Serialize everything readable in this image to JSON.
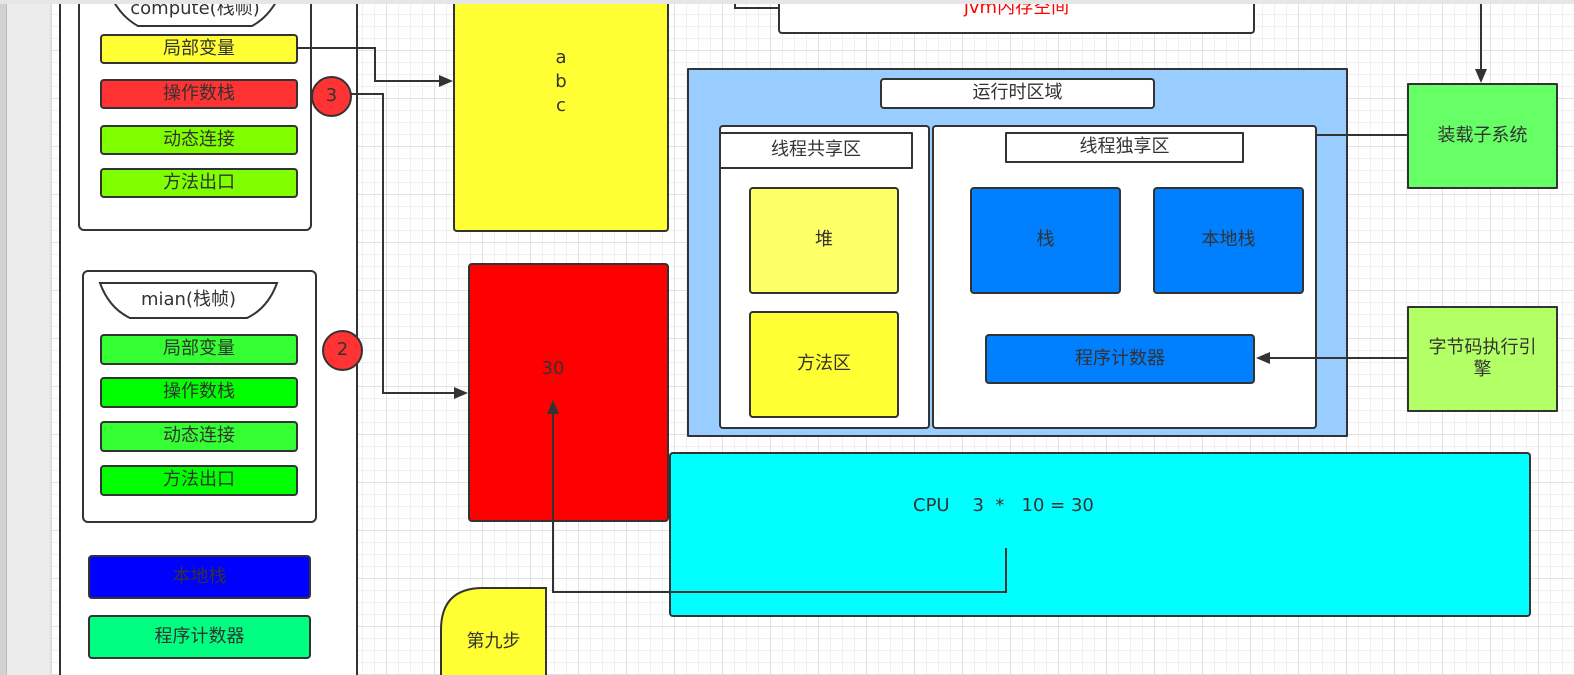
{
  "jvm_memory": {
    "label": "jvm内存空间",
    "text_color": "#ff0000"
  },
  "frames": {
    "compute": {
      "title": "compute(栈帧)",
      "items": [
        {
          "label": "局部变量",
          "color": "#ffff33"
        },
        {
          "label": "操作数栈",
          "color": "#ff3333"
        },
        {
          "label": "动态连接",
          "color": "#80ff00"
        },
        {
          "label": "方法出口",
          "color": "#80ff00"
        }
      ]
    },
    "main": {
      "title": "mian(栈帧)",
      "items": [
        {
          "label": "局部变量",
          "color": "#33ff33"
        },
        {
          "label": "操作数栈",
          "color": "#00ff00"
        },
        {
          "label": "动态连接",
          "color": "#33ff33"
        },
        {
          "label": "方法出口",
          "color": "#00ff00"
        }
      ]
    }
  },
  "thread_stack_extras": {
    "native_stack": {
      "label": "本地栈",
      "color": "#0000ff"
    },
    "program_counter": {
      "label": "程序计数器",
      "color": "#00ff80"
    }
  },
  "step_badges": [
    {
      "label": "3",
      "color": "#ff3333"
    },
    {
      "label": "2",
      "color": "#ff3333"
    }
  ],
  "operand_values": {
    "lines": [
      "a",
      "b",
      "c"
    ],
    "color": "#ffff33"
  },
  "result_value": {
    "label": "30",
    "color": "#ff0000"
  },
  "runtime_area": {
    "title": "运行时区域",
    "color": "#99ccff",
    "shared": {
      "title": "线程共享区",
      "items": [
        {
          "label": "堆",
          "color": "#ffff66"
        },
        {
          "label": "方法区",
          "color": "#ffff33"
        }
      ]
    },
    "private": {
      "title": "线程独享区",
      "items": [
        {
          "label": "栈",
          "color": "#007fff"
        },
        {
          "label": "本地栈",
          "color": "#007fff"
        },
        {
          "label": "程序计数器",
          "color": "#007fff"
        }
      ]
    }
  },
  "class_loader": {
    "label": "装载子系统",
    "color": "#66ff66"
  },
  "execution_engine": {
    "label": "字节码执行引擎",
    "color": "#b3ff66"
  },
  "cpu": {
    "label": "CPU    3  *   10 = 30",
    "color": "#00ffff"
  },
  "step_note": {
    "label": "第九步",
    "color": "#ffff33"
  }
}
